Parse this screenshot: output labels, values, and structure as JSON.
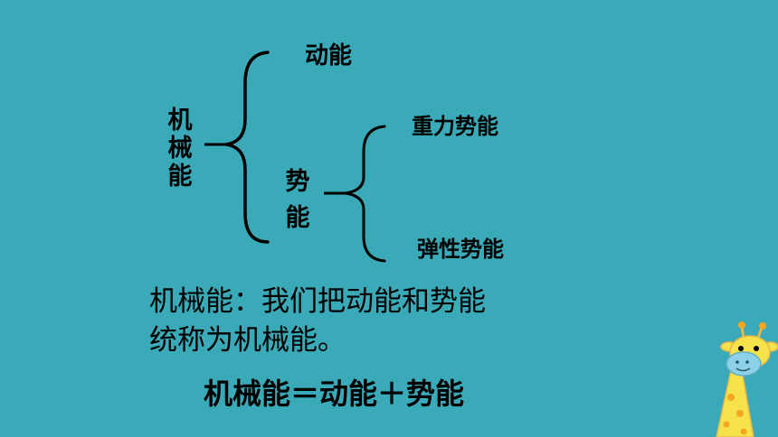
{
  "slide": {
    "background": "#3AA9B8",
    "text_color": "#000000"
  },
  "diagram": {
    "root": "机械能",
    "children": [
      {
        "label": "动能"
      },
      {
        "label": "势能",
        "children": [
          {
            "label": "重力势能"
          },
          {
            "label": "弹性势能"
          }
        ]
      }
    ]
  },
  "definition": {
    "line1": "机械能：我们把动能和势能",
    "line2": "统称为机械能。"
  },
  "formula": "机械能＝动能＋势能",
  "decoration": {
    "icon": "giraffe-icon",
    "colors": {
      "body": "#F6E24A",
      "spots": "#F5A623",
      "face": "#8ED0E6"
    }
  }
}
